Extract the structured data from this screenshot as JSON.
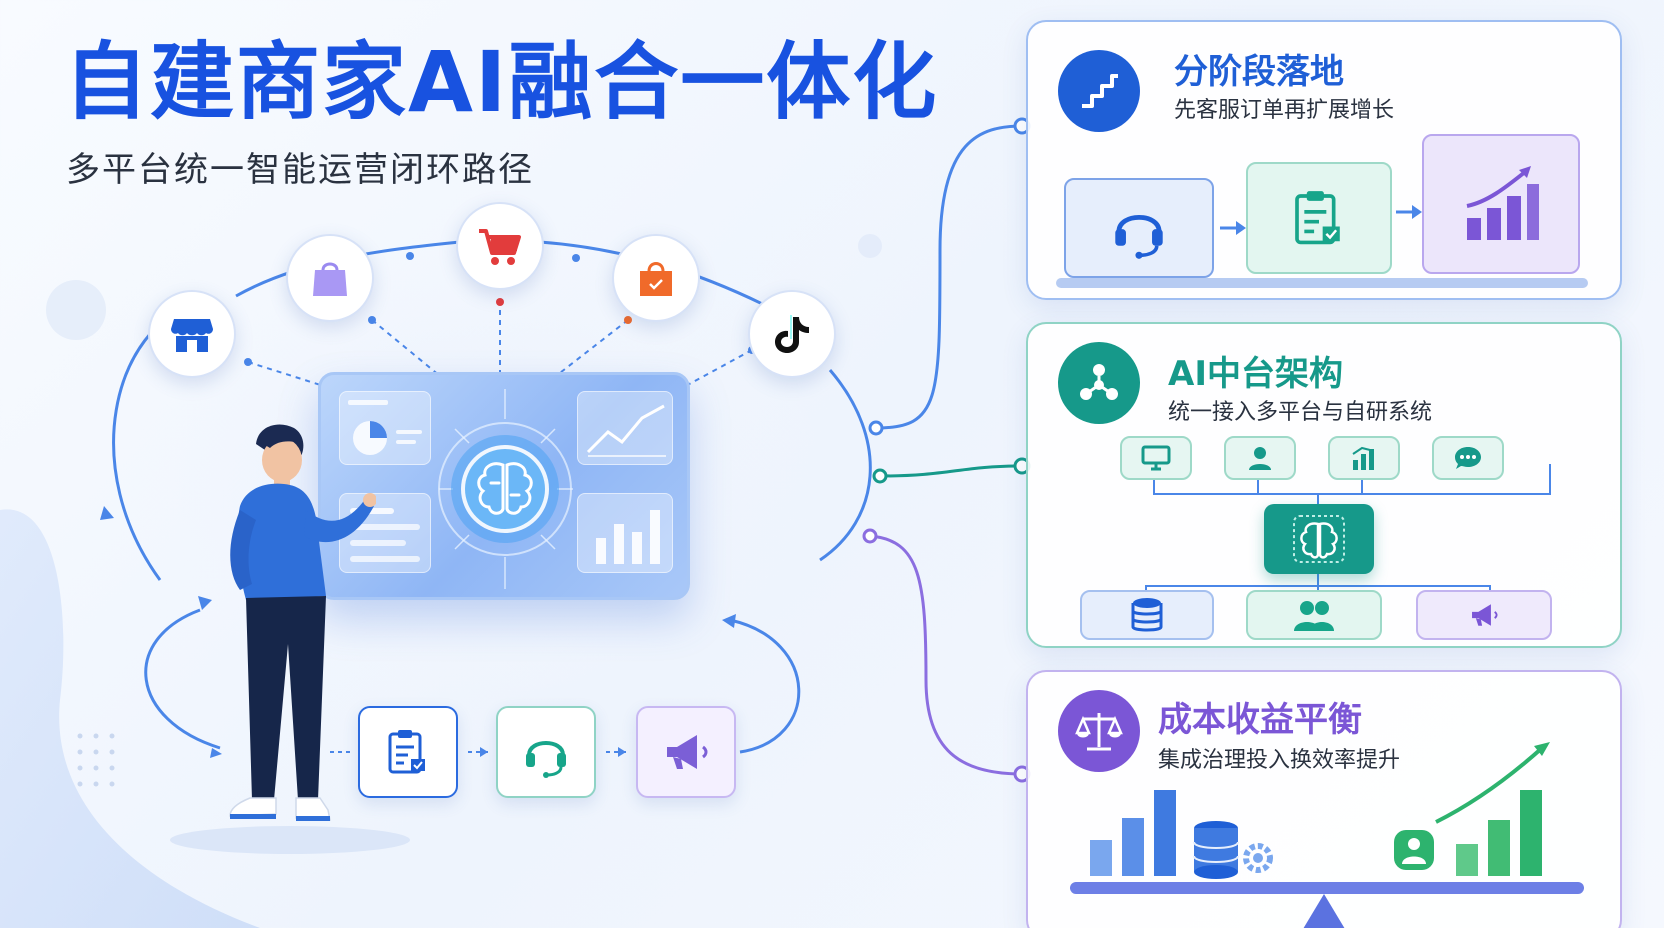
{
  "header": {
    "title": "自建商家AI融合一体化",
    "subtitle": "多平台统一智能运营闭环路径"
  },
  "platforms": [
    {
      "name": "store-icon",
      "color": "#1f5fd6"
    },
    {
      "name": "shopping-bag-icon",
      "color": "#9a8af0"
    },
    {
      "name": "shopping-cart-icon",
      "color": "#e23c3c"
    },
    {
      "name": "shopping-bag-icon",
      "color": "#f06a2a"
    },
    {
      "name": "tiktok-icon",
      "color": "#111111"
    }
  ],
  "bottom_flow": [
    {
      "name": "order-clipboard-icon",
      "color": "#1f5fd6"
    },
    {
      "name": "headset-icon",
      "color": "#17a58a"
    },
    {
      "name": "megaphone-icon",
      "color": "#7b5fd6"
    }
  ],
  "cards": [
    {
      "title": "分阶段落地",
      "subtitle": "先客服订单再扩展增长",
      "accent": "#1f5fd6",
      "icon": "stairs-icon"
    },
    {
      "title": "AI中台架构",
      "subtitle": "统一接入多平台与自研系统",
      "accent": "#16998a",
      "icon": "network-hub-icon"
    },
    {
      "title": "成本收益平衡",
      "subtitle": "集成治理投入换效率提升",
      "accent": "#7b56d6",
      "icon": "balance-scale-icon"
    }
  ],
  "colors": {
    "primary": "#1852e0",
    "teal": "#16998a",
    "purple": "#7b56d6"
  }
}
